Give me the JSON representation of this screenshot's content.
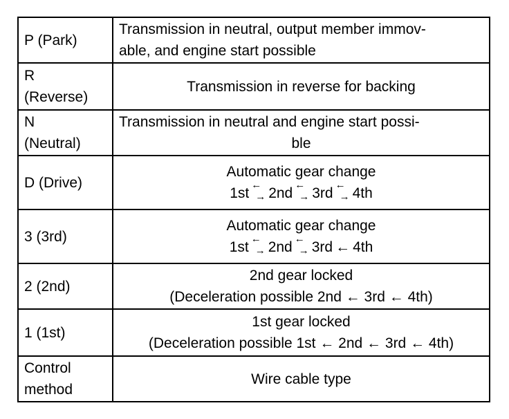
{
  "rows": [
    {
      "label": "P (Park)",
      "desc_lines": [
        "Transmission in neutral, output member immov-",
        "able, and engine start possible"
      ]
    },
    {
      "label_lines": [
        "R",
        "(Reverse)"
      ],
      "desc_lines": [
        "Transmission in reverse for backing"
      ]
    },
    {
      "label_lines": [
        "N",
        "(Neutral)"
      ],
      "desc_lines": [
        "Transmission in neutral and engine start possi-",
        "ble"
      ]
    },
    {
      "label": "D (Drive)",
      "desc_title": "Automatic gear change",
      "gears": [
        "1st",
        "2nd",
        "3rd",
        "4th"
      ]
    },
    {
      "label": "3 (3rd)",
      "desc_title": "Automatic gear change",
      "gears": [
        "1st",
        "2nd",
        "3rd",
        "4th"
      ],
      "last_arrow": "←"
    },
    {
      "label": "2 (2nd)",
      "desc_lines": [
        "2nd gear locked",
        "(Deceleration possible 2nd ← 3rd ← 4th)"
      ]
    },
    {
      "label": "1 (1st)",
      "desc_lines": [
        "1st gear locked",
        "(Deceleration possible 1st ← 2nd ← 3rd ← 4th)"
      ]
    },
    {
      "label_lines": [
        "Control",
        "method"
      ],
      "desc_lines": [
        "Wire cable type"
      ]
    }
  ],
  "arrow_symbols": {
    "left": "←",
    "right": "→"
  }
}
